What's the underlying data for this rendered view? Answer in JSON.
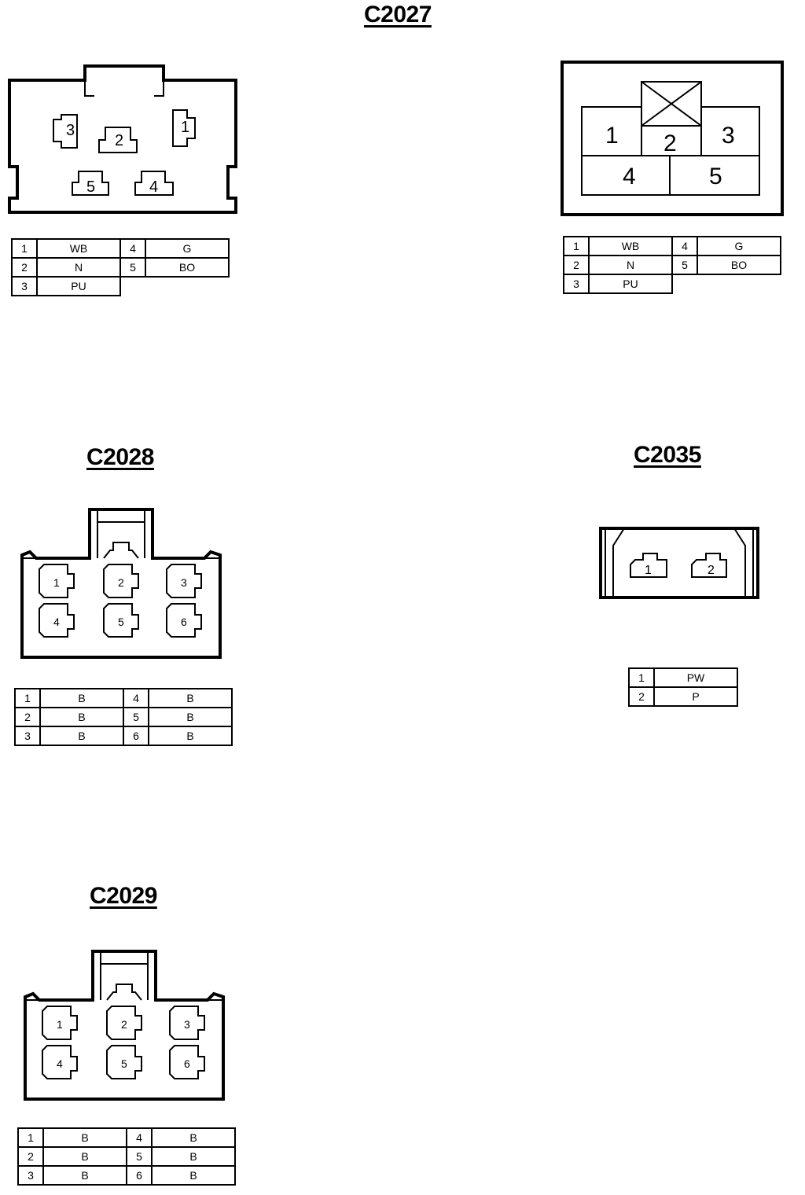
{
  "connectors": {
    "c2027": {
      "title": "C2027",
      "pins": [
        {
          "pin": "1",
          "wire": "WB"
        },
        {
          "pin": "2",
          "wire": "N"
        },
        {
          "pin": "3",
          "wire": "PU"
        },
        {
          "pin": "4",
          "wire": "G"
        },
        {
          "pin": "5",
          "wire": "BO"
        }
      ]
    },
    "c2028": {
      "title": "C2028",
      "pins": [
        {
          "pin": "1",
          "wire": "B"
        },
        {
          "pin": "2",
          "wire": "B"
        },
        {
          "pin": "3",
          "wire": "B"
        },
        {
          "pin": "4",
          "wire": "B"
        },
        {
          "pin": "5",
          "wire": "B"
        },
        {
          "pin": "6",
          "wire": "B"
        }
      ]
    },
    "c2029": {
      "title": "C2029",
      "pins": [
        {
          "pin": "1",
          "wire": "B"
        },
        {
          "pin": "2",
          "wire": "B"
        },
        {
          "pin": "3",
          "wire": "B"
        },
        {
          "pin": "4",
          "wire": "B"
        },
        {
          "pin": "5",
          "wire": "B"
        },
        {
          "pin": "6",
          "wire": "B"
        }
      ]
    },
    "c2035": {
      "title": "C2035",
      "pins": [
        {
          "pin": "1",
          "wire": "PW"
        },
        {
          "pin": "2",
          "wire": "P"
        }
      ]
    }
  }
}
